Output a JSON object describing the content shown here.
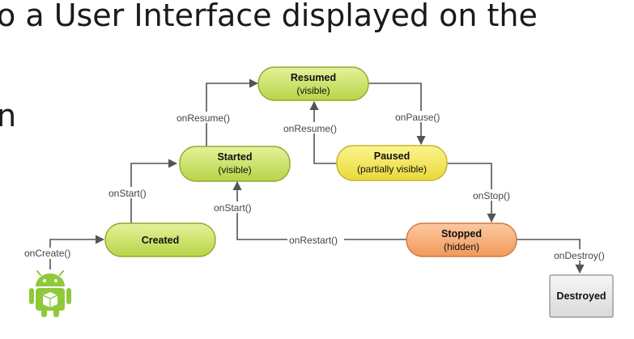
{
  "slide": {
    "line1": "o a User Interface displayed on the",
    "line2": "n"
  },
  "colors": {
    "green_state": "#cfe46a",
    "green_state_border": "#8cab2a",
    "yellow_state": "#f4ea5c",
    "yellow_state_border": "#c3b52a",
    "orange_state": "#f6ae78",
    "orange_state_border": "#d07a3c",
    "gray_state": "#e6e6e6",
    "android_green": "#8fc93a"
  },
  "states": {
    "resumed": {
      "title": "Resumed",
      "subtitle": "(visible)"
    },
    "started": {
      "title": "Started",
      "subtitle": "(visible)"
    },
    "paused": {
      "title": "Paused",
      "subtitle": "(partially visible)"
    },
    "created": {
      "title": "Created"
    },
    "stopped": {
      "title": "Stopped",
      "subtitle": "(hidden)"
    },
    "destroyed": {
      "title": "Destroyed"
    }
  },
  "callbacks": {
    "on_create": "onCreate()",
    "on_start_created": "onStart()",
    "on_resume_started": "onResume()",
    "on_pause": "onPause()",
    "on_resume_paused": "onResume()",
    "on_stop": "onStop()",
    "on_start_restart": "onStart()",
    "on_restart": "onRestart()",
    "on_destroy": "onDestroy()"
  },
  "icons": {
    "start_icon": "android-robot-icon"
  }
}
